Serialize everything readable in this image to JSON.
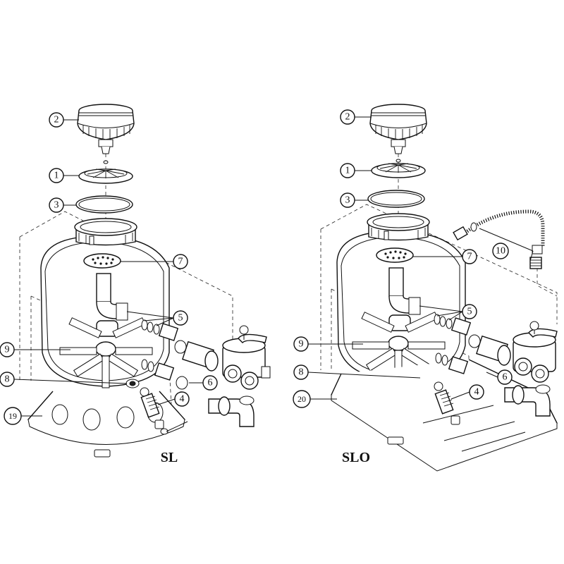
{
  "models": [
    {
      "id": "sl",
      "label": "SL",
      "callouts": [
        "2",
        "1",
        "3",
        "7",
        "5",
        "9",
        "8",
        "4",
        "6",
        "19"
      ]
    },
    {
      "id": "slo",
      "label": "SLO",
      "callouts": [
        "2",
        "1",
        "3",
        "10",
        "7",
        "5",
        "9",
        "8",
        "4",
        "6",
        "20"
      ]
    }
  ]
}
